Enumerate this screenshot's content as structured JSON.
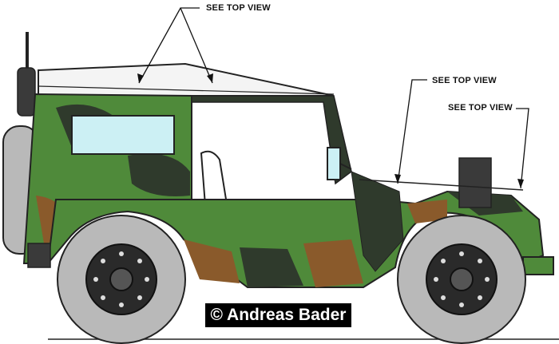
{
  "callouts": {
    "top_left": "SEE TOP VIEW",
    "top_mid": "SEE TOP VIEW",
    "top_right": "SEE TOP VIEW"
  },
  "watermark": "© Andreas Bader",
  "colors": {
    "camo_green": "#4f8a3a",
    "camo_dark": "#2f3a2c",
    "camo_brown": "#8a5a2b",
    "tire": "#b9b9b9",
    "rim": "#2a2a2a",
    "window": "#ccf0f4",
    "soft_top": "#f4f4f4"
  }
}
